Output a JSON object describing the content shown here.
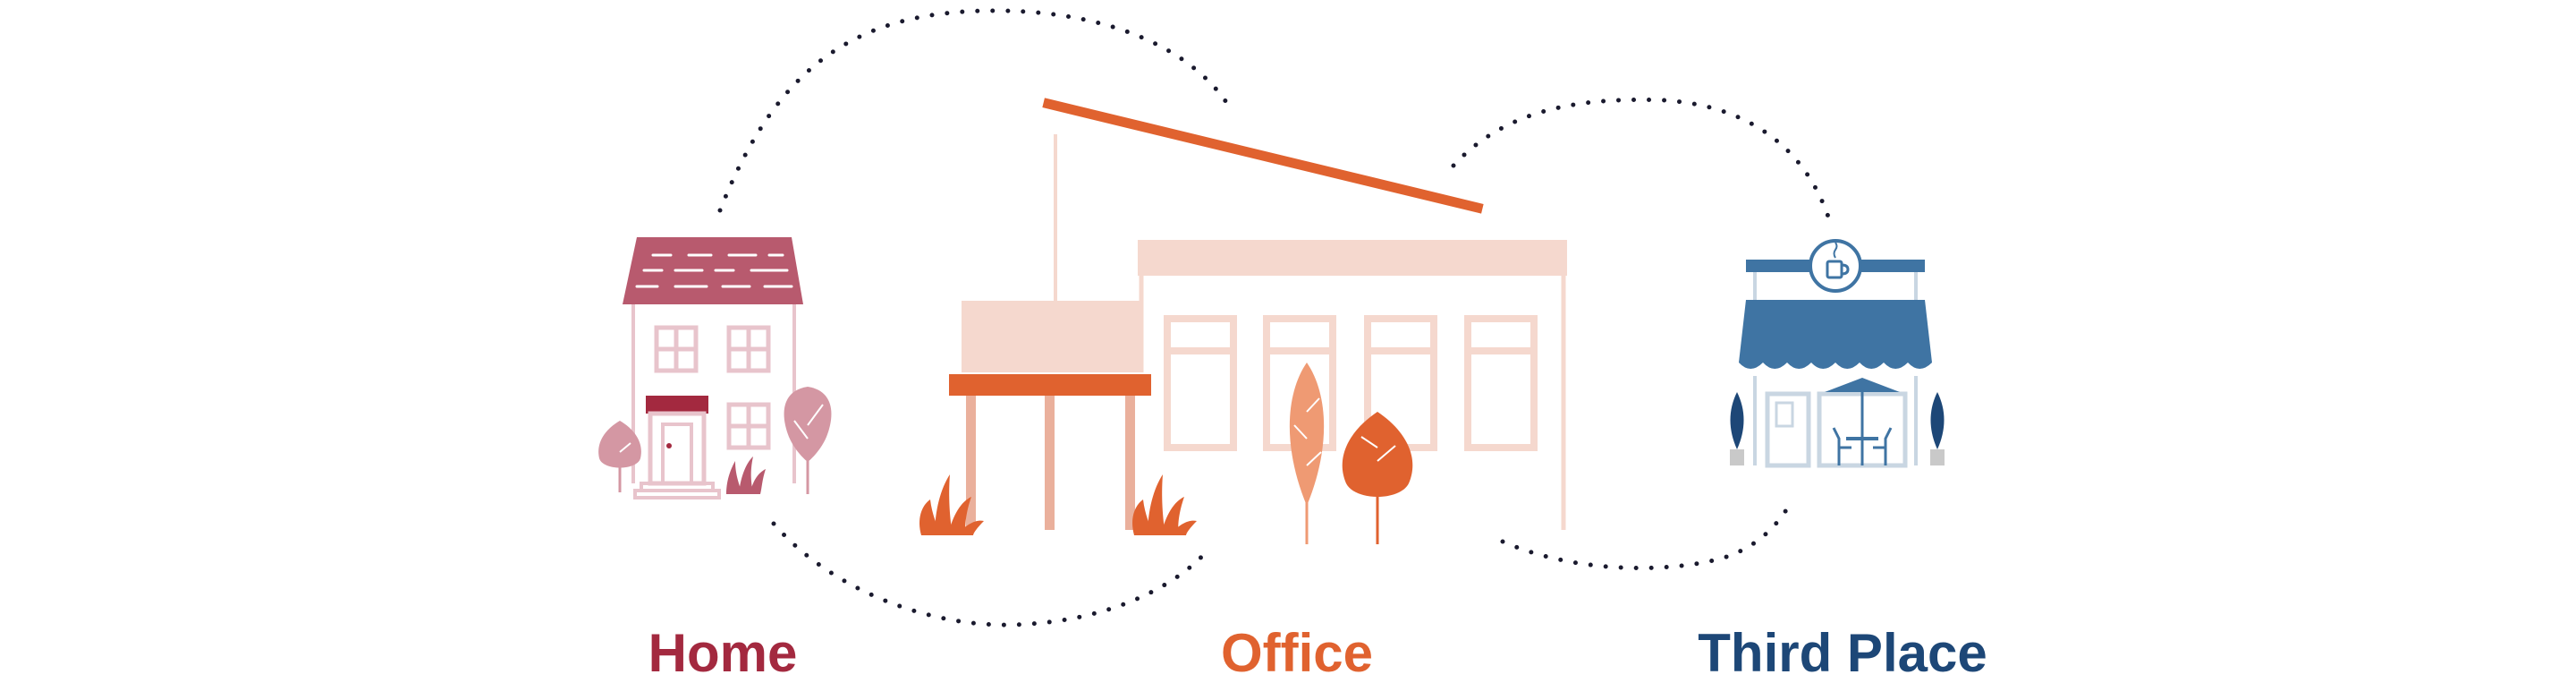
{
  "labels": {
    "home": "Home",
    "office": "Office",
    "third_place": "Third Place"
  },
  "colors": {
    "home": "#a3293f",
    "home_roof": "#b85a6e",
    "home_light": "#e8c4cc",
    "home_leaf": "#d497a3",
    "office": "#e0622f",
    "office_light": "#f5d8ce",
    "office_mid": "#eab09c",
    "office_leaf_light": "#ef9a73",
    "third_place": "#1d4777",
    "awning": "#3f74a3",
    "cafe_light": "#c9d6e2",
    "dots": "#1a1a2e"
  },
  "icons": {
    "home": "house-icon",
    "office": "office-building-icon",
    "third_place": "cafe-storefront-icon",
    "cafe_sign": "coffee-cup-icon"
  }
}
